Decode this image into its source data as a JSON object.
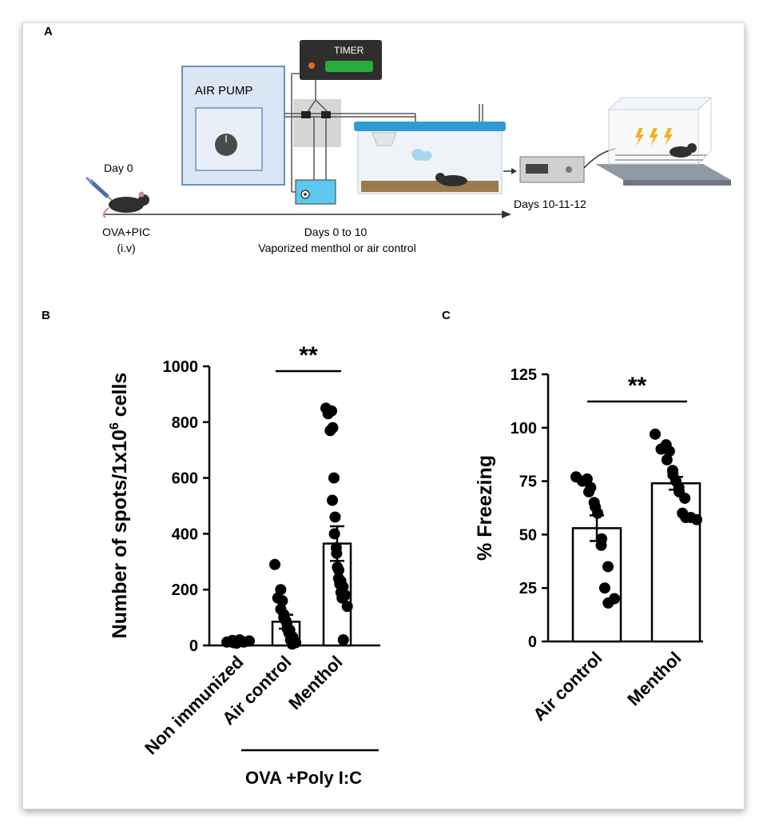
{
  "panels": {
    "a": "A",
    "b": "B",
    "c": "C"
  },
  "schematic": {
    "timer_label": "TIMER",
    "pump_label": "AIR PUMP",
    "day0": "Day 0",
    "injection_line1": "OVA+PIC",
    "injection_line2": "(i.v)",
    "exposure_line1": "Days 0 to 10",
    "exposure_line2": "Vaporized menthol or air control",
    "test_days": "Days 10-11-12",
    "colors": {
      "pump_fill": "#dbe6f4",
      "pump_border": "#6b8fc3",
      "timer_green": "#27ad3c",
      "cage_lid": "#2f9ad6",
      "mouse": "#2f2f2f"
    }
  },
  "chart_data": [
    {
      "type": "bar",
      "ylabel": "Number of spots/1x10^6 cells",
      "ylabel_main": "Number of spots/1x10",
      "ylabel_sup": "6",
      "ylabel_tail": " cells",
      "categories": [
        "Non immunized",
        "Air control",
        "Menthol"
      ],
      "values": [
        15,
        85,
        365
      ],
      "sem": [
        3,
        25,
        62
      ],
      "ylim": [
        0,
        1000
      ],
      "yticks": [
        "0",
        "200",
        "400",
        "600",
        "800",
        "1000"
      ],
      "significance": "**",
      "group_label": "OVA +Poly I:C",
      "points": [
        [
          12,
          10,
          18,
          8,
          15,
          20,
          12,
          14,
          16
        ],
        [
          290,
          200,
          170,
          160,
          130,
          110,
          100,
          90,
          80,
          60,
          55,
          45,
          30,
          20,
          10,
          5
        ],
        [
          850,
          840,
          830,
          780,
          770,
          600,
          520,
          460,
          400,
          350,
          330,
          280,
          270,
          240,
          230,
          220,
          210,
          190,
          180,
          170,
          140,
          20
        ]
      ]
    },
    {
      "type": "bar",
      "ylabel": "% Freezing",
      "categories": [
        "Air control",
        "Menthol"
      ],
      "values": [
        53,
        74
      ],
      "sem": [
        6,
        3
      ],
      "ylim": [
        0,
        125
      ],
      "yticks": [
        "0",
        "25",
        "50",
        "75",
        "100",
        "125"
      ],
      "significance": "**",
      "points": [
        [
          77,
          76,
          75,
          72,
          70,
          65,
          63,
          60,
          48,
          45,
          35,
          25,
          20,
          18
        ],
        [
          97,
          92,
          90,
          89,
          85,
          80,
          78,
          75,
          72,
          70,
          67,
          60,
          58,
          58,
          57
        ]
      ]
    }
  ]
}
